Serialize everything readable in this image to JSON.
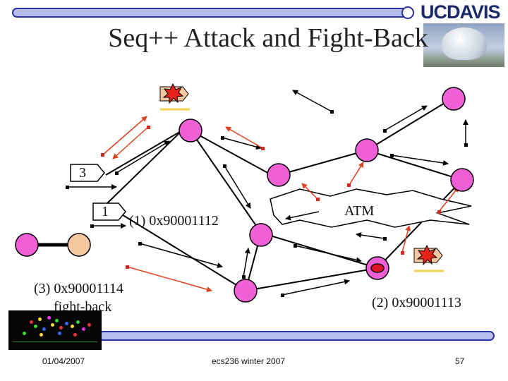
{
  "slide": {
    "title": "Seq++ Attack and Fight-Back",
    "logo": "UCDAVIS"
  },
  "diagram": {
    "labels": {
      "atm": "ATM",
      "step1": "(1) 0x90001112",
      "step2": "(2) 0x90001113",
      "step3_line1": "(3) 0x90001114",
      "step3_line2": "fight-back"
    },
    "tags": {
      "tag_top": "3",
      "tag_bottom": "1"
    },
    "colors": {
      "node_pink": "#ef5fd6",
      "node_peach": "#f7c79e",
      "arrow_black": "#000000",
      "arrow_red": "#e0401c",
      "endpoint_red": "#d9281c",
      "bar_blue": "#2a33a6",
      "bar_fill": "#b8bdf0"
    }
  },
  "footer": {
    "date": "01/04/2007",
    "course": "ecs236 winter 2007",
    "page": "57"
  }
}
